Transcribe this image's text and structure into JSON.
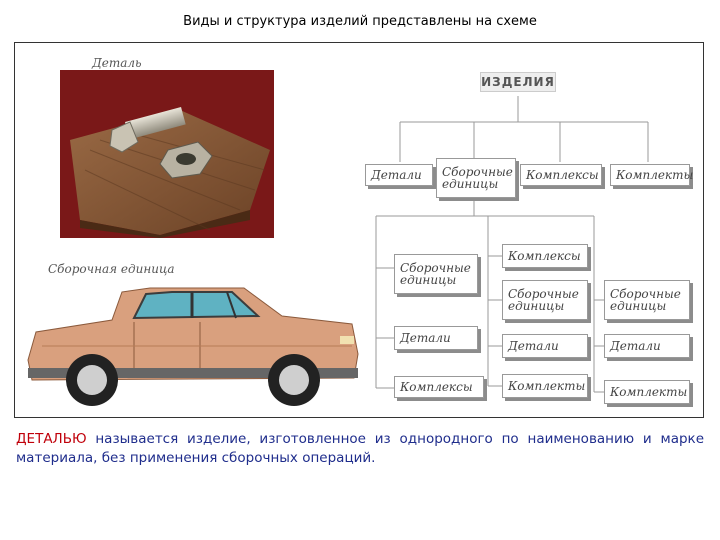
{
  "title": "Виды и структура изделий представлены на схеме",
  "image_labels": {
    "part": "Деталь",
    "assembly": "Сборочная единица"
  },
  "diagram": {
    "root": "ИЗДЕЛИЯ",
    "level1": [
      "Детали",
      "Сборочные единицы",
      "Комплексы",
      "Комплекты"
    ],
    "col_assembly": [
      "Сборочные единицы",
      "Детали",
      "Комплексы"
    ],
    "col_complexes": [
      "Комплексы",
      "Сборочные единицы",
      "Детали",
      "Комплекты"
    ],
    "col_kits": [
      "Сборочные единицы",
      "Детали",
      "Комплекты"
    ]
  },
  "definition": {
    "term": "ДЕТАЛЬЮ",
    "middle": " называется",
    "rest": " изделие, изготовленное из однородного по наименованию и марке материала, без применения сборочных операций."
  }
}
